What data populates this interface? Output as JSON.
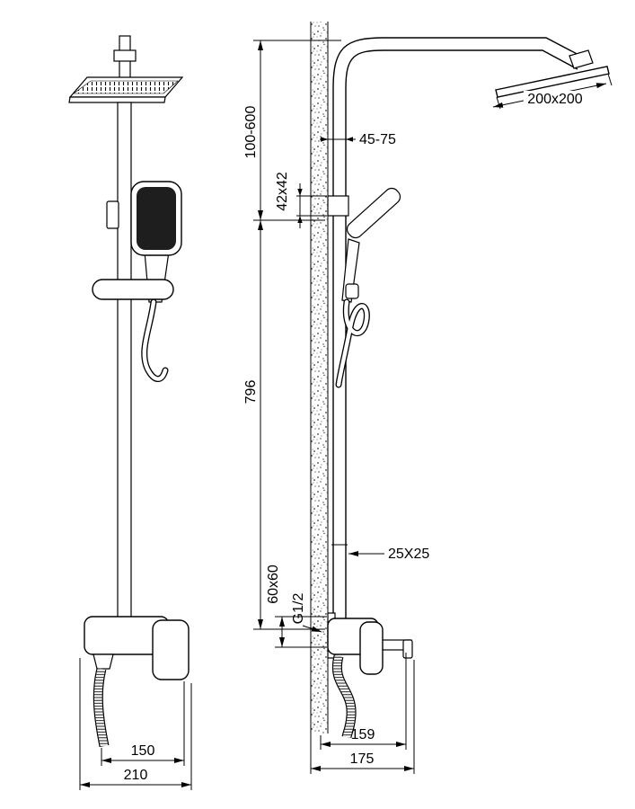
{
  "colors": {
    "line": "#000000",
    "background": "#ffffff",
    "handset_face": "#1e1e1e"
  },
  "front_view": {
    "dims": {
      "hose_to_handle_width": "150",
      "overall_width": "210"
    }
  },
  "side_view": {
    "dims": {
      "height_adjust_range": "100-600",
      "wall_bracket_size": "42x42",
      "riser_height": "796",
      "wall_offset_range": "45-75",
      "shower_head_size": "200x200",
      "riser_section": "25X25",
      "mixer_body_size": "60x60",
      "connection_thread": "G1/2",
      "spout_reach": "159",
      "overall_depth": "175"
    }
  }
}
